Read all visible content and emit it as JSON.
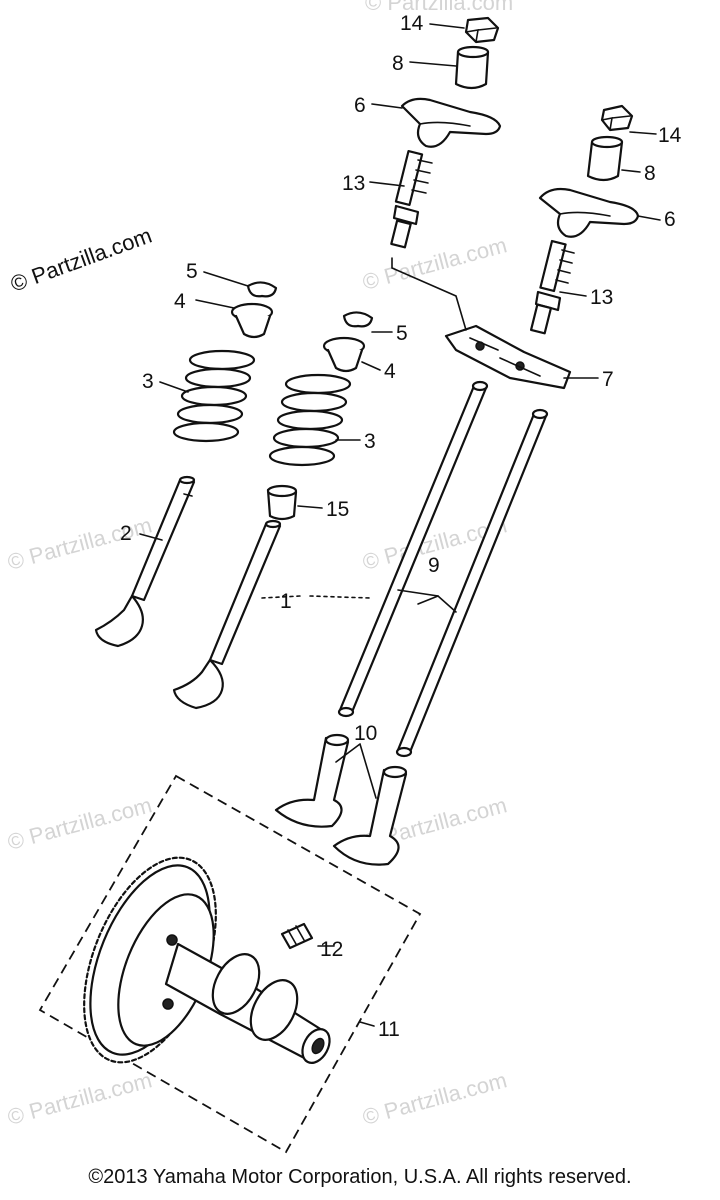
{
  "watermark_text": "© Partzilla.com",
  "copyright": "©2013  Yamaha Motor Corporation, U.S.A. All rights reserved.",
  "callouts": {
    "p1": "1",
    "p2": "2",
    "p3a": "3",
    "p3b": "3",
    "p4a": "4",
    "p4b": "4",
    "p5a": "5",
    "p5b": "5",
    "p6a": "6",
    "p6b": "6",
    "p7": "7",
    "p8a": "8",
    "p8b": "8",
    "p9": "9",
    "p10": "10",
    "p11": "11",
    "p12": "12",
    "p13a": "13",
    "p13b": "13",
    "p14a": "14",
    "p14b": "14",
    "p15": "15"
  }
}
